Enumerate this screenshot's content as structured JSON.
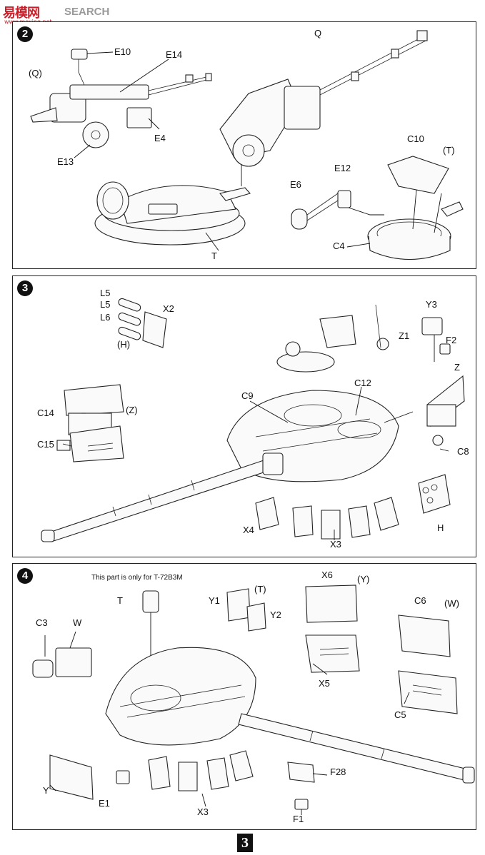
{
  "watermark": {
    "logo": "易模网",
    "search": "SEARCH",
    "url": "www.moxing.net"
  },
  "page_number": "3",
  "steps": [
    {
      "number": "2",
      "labels": {
        "q_group": "(Q)",
        "e10": "E10",
        "e14": "E14",
        "e4": "E4",
        "e13": "E13",
        "q": "Q",
        "t_group": "(T)",
        "c10": "C10",
        "e12": "E12",
        "e6": "E6",
        "c4": "C4",
        "t": "T"
      }
    },
    {
      "number": "3",
      "labels": {
        "l5a": "L5",
        "l5b": "L5",
        "l6": "L6",
        "x2": "X2",
        "h_group": "(H)",
        "y3": "Y3",
        "z1": "Z1",
        "f2": "F2",
        "z": "Z",
        "c9": "C9",
        "c12": "C12",
        "c14": "C14",
        "z_group": "(Z)",
        "c15": "C15",
        "c8": "C8",
        "x4": "X4",
        "x3": "X3",
        "h": "H"
      }
    },
    {
      "number": "4",
      "note": "This part is only for T-72B3M",
      "labels": {
        "t": "T",
        "t_group": "(T)",
        "y1": "Y1",
        "y2": "Y2",
        "x6": "X6",
        "y_group": "(Y)",
        "c6": "C6",
        "w_group": "(W)",
        "c3": "C3",
        "w": "W",
        "x5": "X5",
        "c5": "C5",
        "f28": "F28",
        "y": "Y",
        "e1": "E1",
        "x3": "X3",
        "f1": "F1"
      }
    }
  ]
}
